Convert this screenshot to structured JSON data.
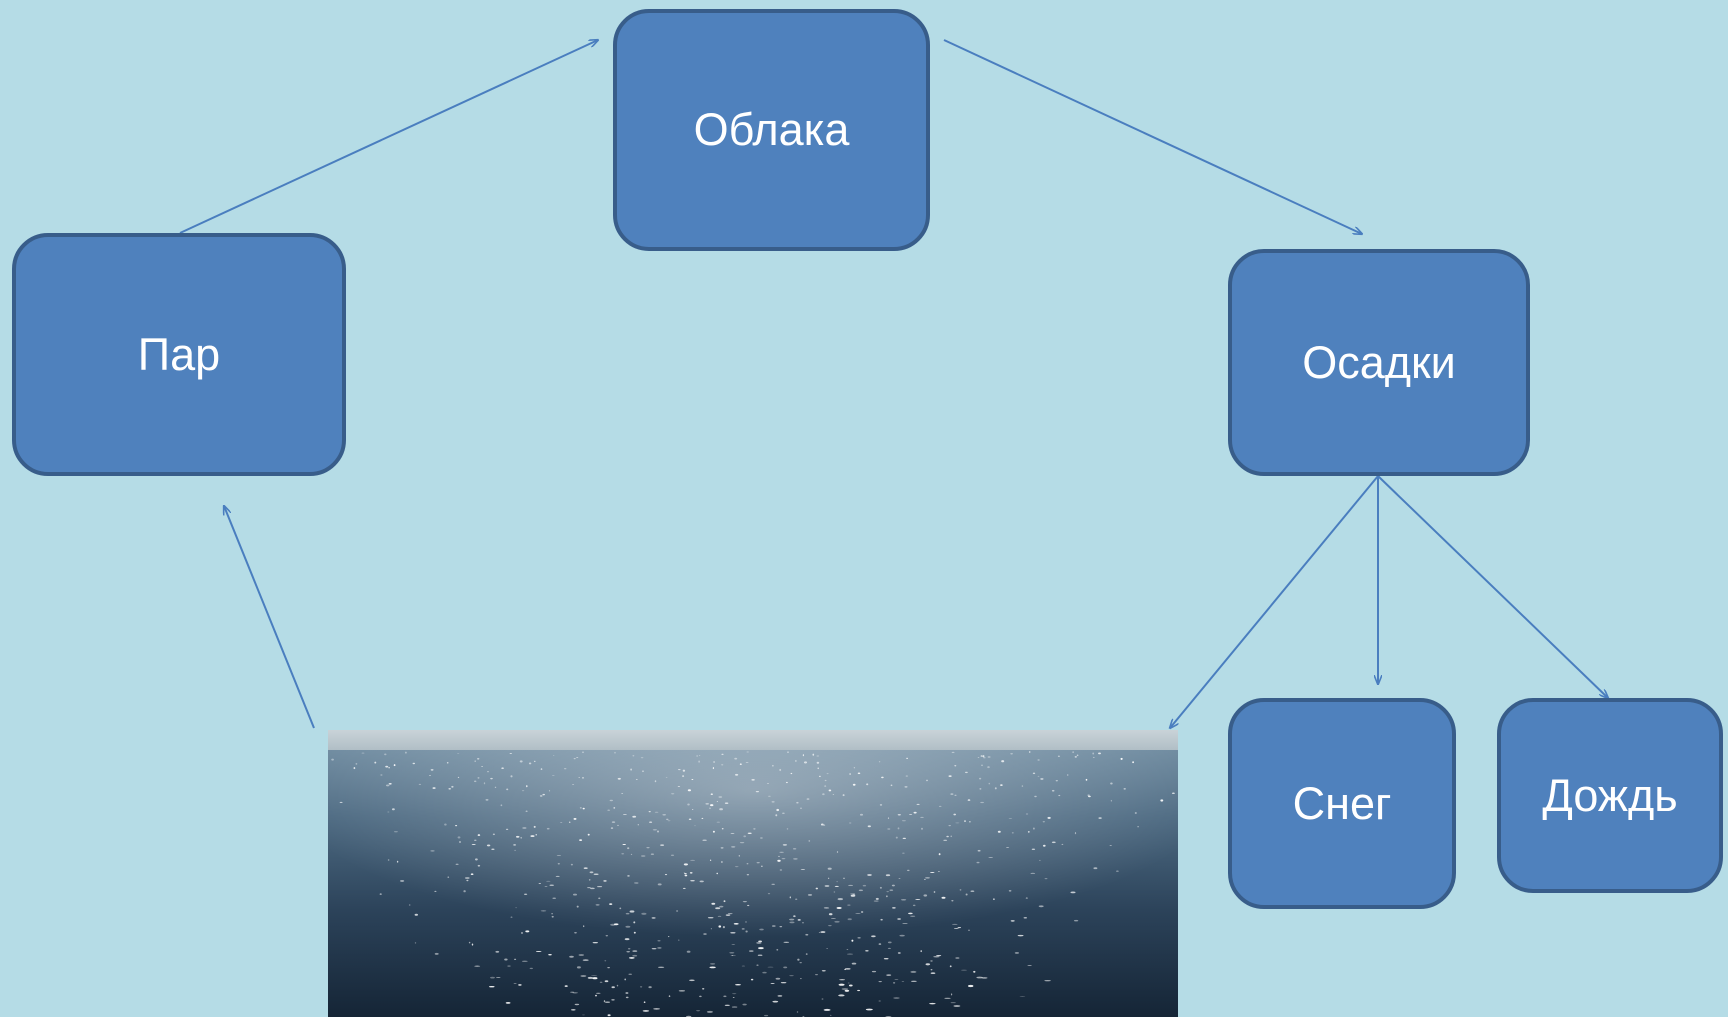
{
  "diagram": {
    "nodes": {
      "clouds": "Облака",
      "steam": "Пар",
      "precipitation": "Осадки",
      "snow": "Снег",
      "rain": "Дождь"
    },
    "edges": [
      {
        "from": "steam",
        "to": "clouds"
      },
      {
        "from": "clouds",
        "to": "precipitation"
      },
      {
        "from": "precipitation",
        "to": "sea"
      },
      {
        "from": "precipitation",
        "to": "snow"
      },
      {
        "from": "precipitation",
        "to": "rain"
      },
      {
        "from": "sea",
        "to": "steam"
      }
    ],
    "colors": {
      "background": "#b5dce6",
      "box_fill": "#4f81bd",
      "box_border": "#385d8a",
      "arrow": "#4a7ebf",
      "text": "#ffffff"
    }
  }
}
